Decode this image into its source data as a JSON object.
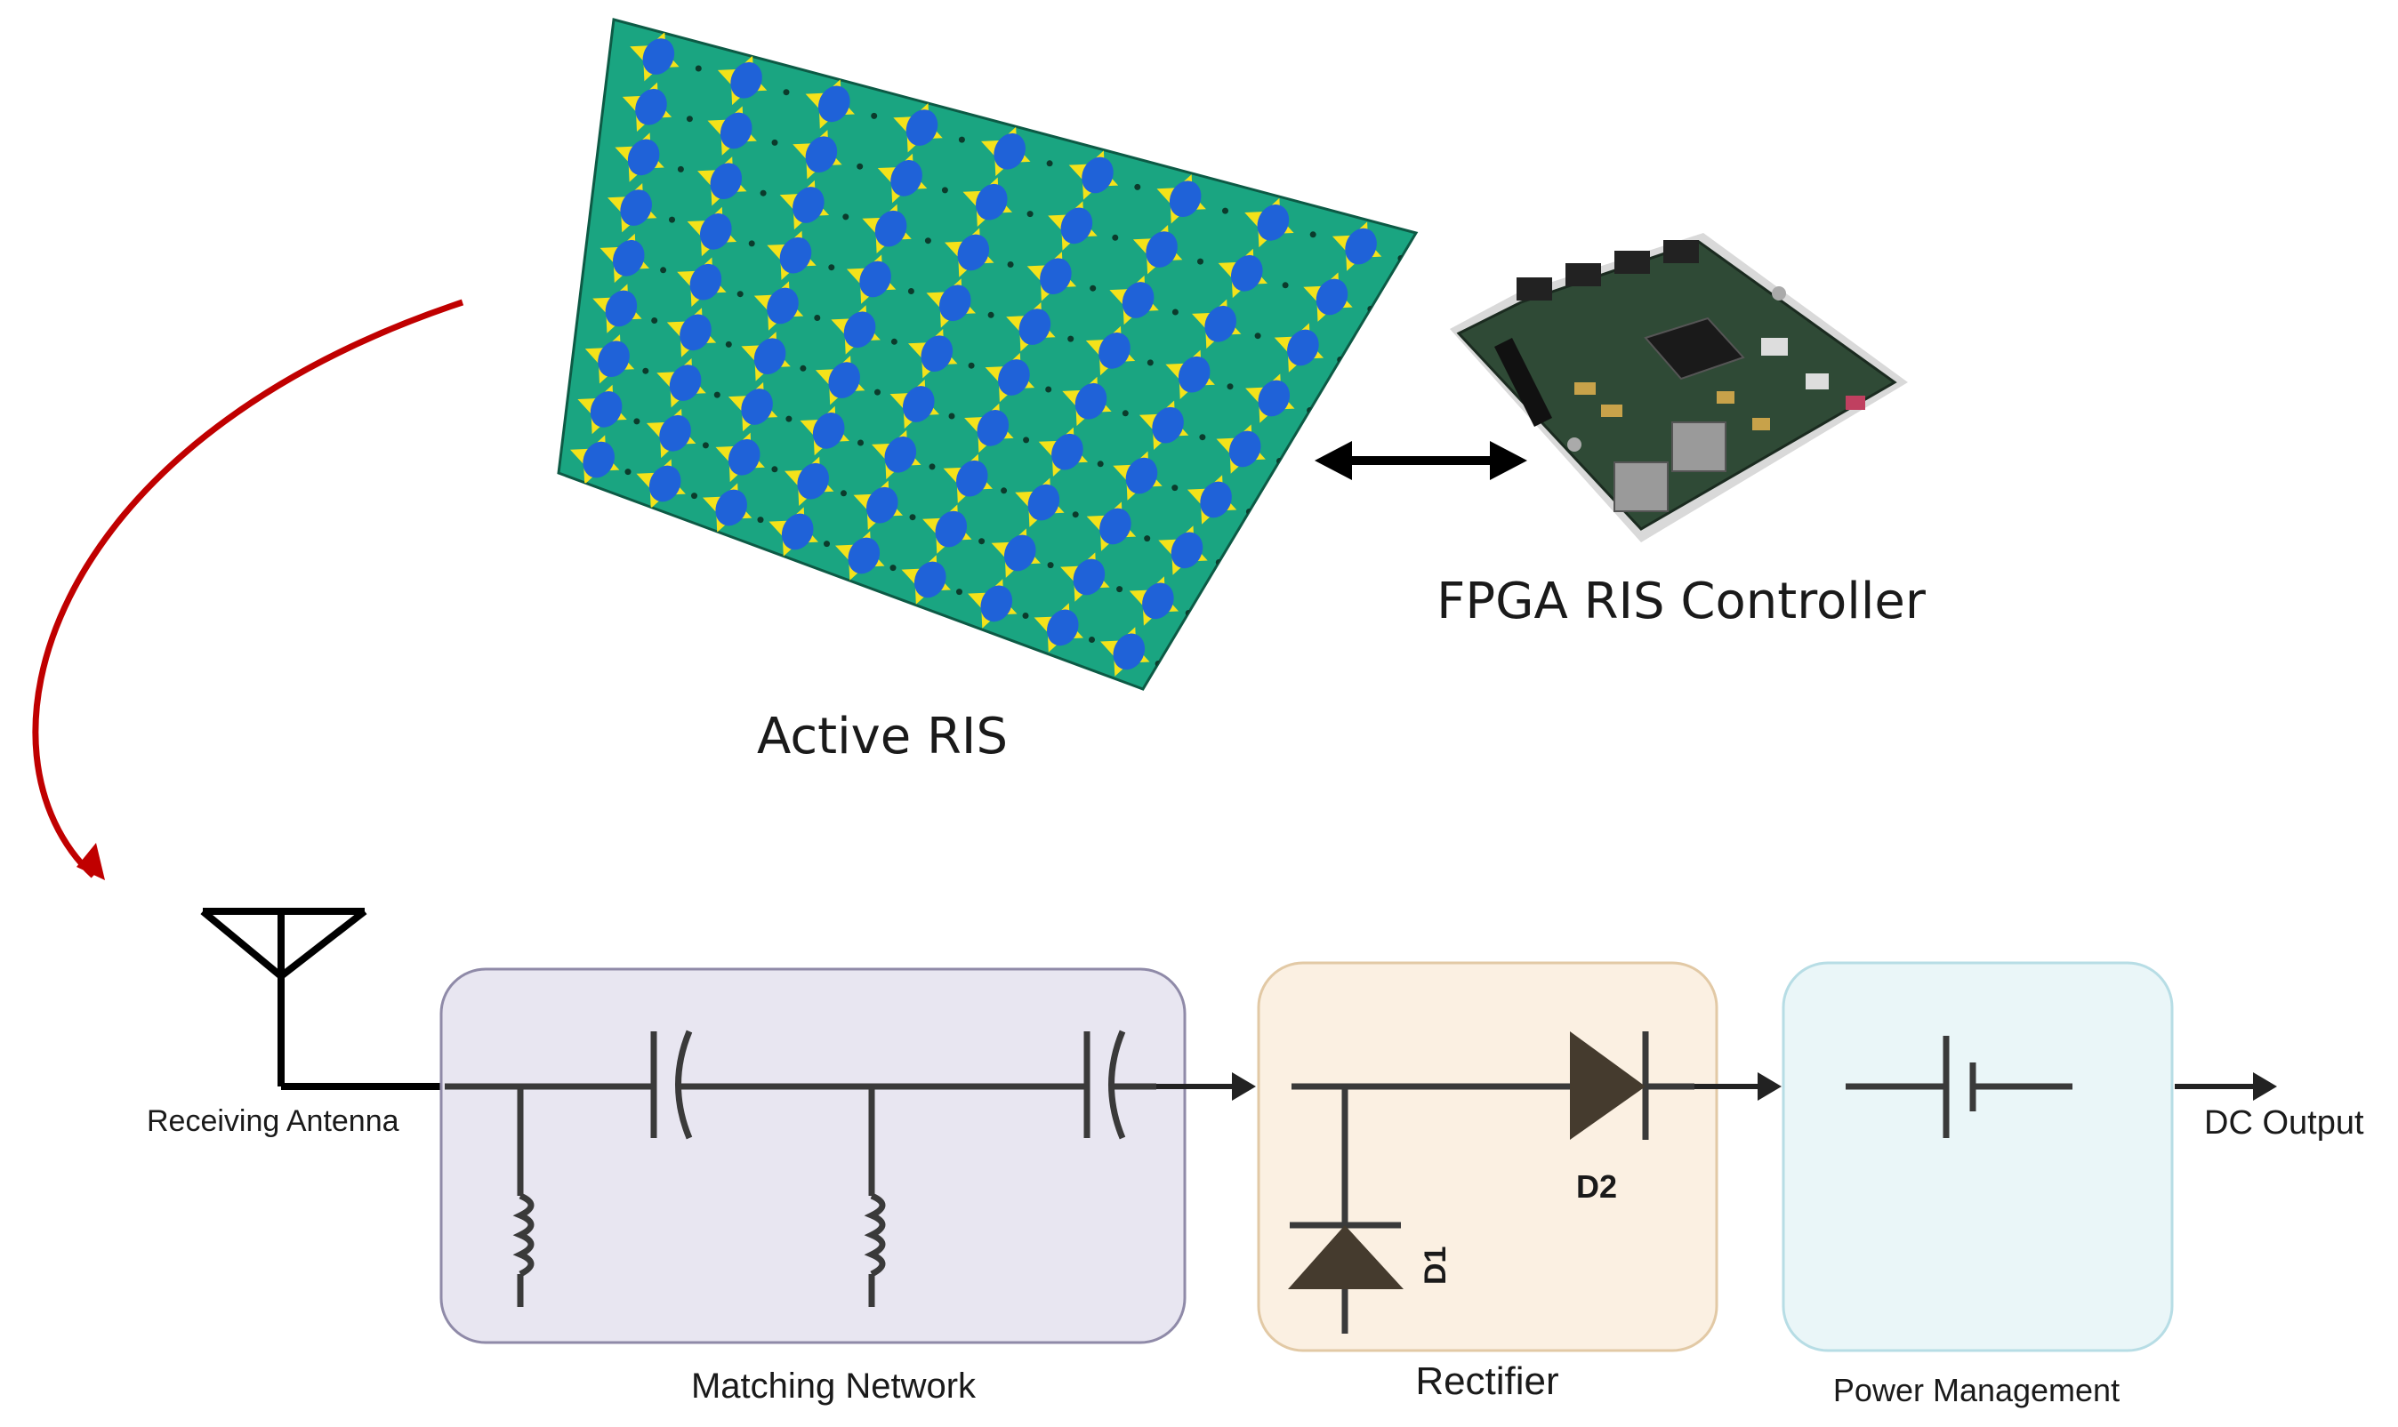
{
  "labels": {
    "active_ris": "Active RIS",
    "fpga_controller": "FPGA RIS Controller",
    "receiving_antenna": "Receiving Antenna",
    "matching_network": "Matching Network",
    "rectifier": "Rectifier",
    "power_management": "Power Management",
    "dc_output": "DC Output",
    "d1": "D1",
    "d2": "D2"
  },
  "colors": {
    "ris_board": "#1aa581",
    "ris_patch_yellow": "#f4e21a",
    "ris_patch_blue": "#1f62d8",
    "red_arrow": "#c00000",
    "matching_box_fill": "#e8e6f1",
    "matching_box_stroke": "#8f8aa8",
    "rectifier_box_fill": "#fbf0e2",
    "rectifier_box_stroke": "#e2c9a5",
    "power_box_fill": "#eaf6f8",
    "power_box_stroke": "#b7dde5",
    "circuit": "#3a3a3a",
    "pcb": "#2f4a36"
  }
}
